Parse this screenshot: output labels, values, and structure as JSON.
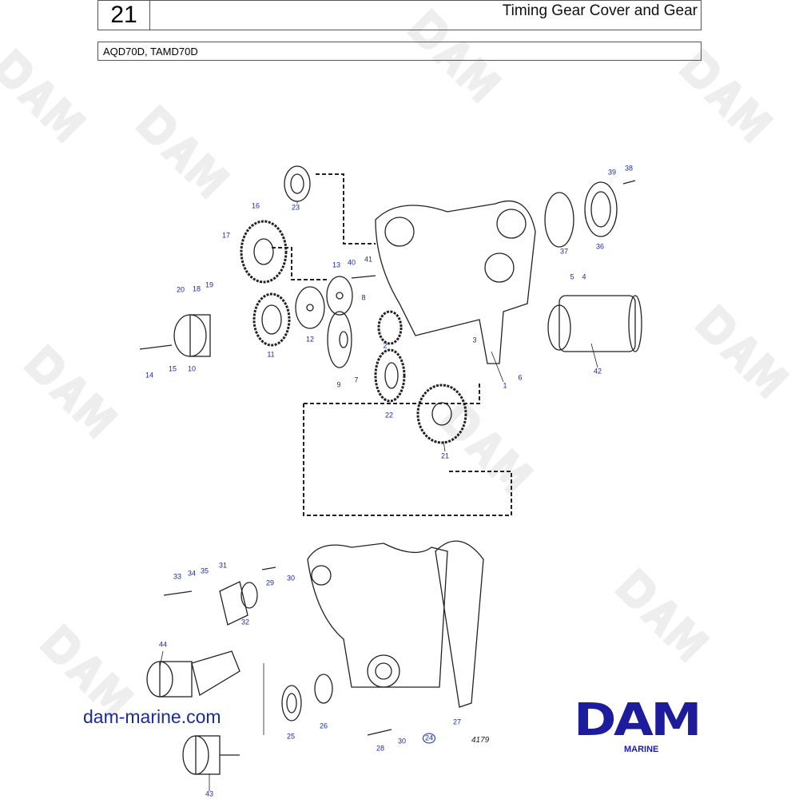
{
  "header": {
    "section_number": "21",
    "title": "Timing Gear Cover and Gear",
    "models": "AQD70D, TAMD70D"
  },
  "watermark": "DAM",
  "callouts": [
    "23",
    "16",
    "17",
    "20",
    "18",
    "19",
    "13",
    "40",
    "41",
    "8",
    "12",
    "11",
    "10",
    "15",
    "14",
    "9",
    "7",
    "2",
    "3",
    "22",
    "21",
    "1",
    "6",
    "42",
    "5",
    "4",
    "37",
    "36",
    "39",
    "38",
    "33",
    "34",
    "35",
    "31",
    "29",
    "30",
    "32",
    "44",
    "25",
    "26",
    "28",
    "30",
    "24",
    "27",
    "43"
  ],
  "drawing_note": "4179",
  "footer": {
    "website": "dam-marine.com",
    "logo": "DAM",
    "logo_sub": "MARINE"
  },
  "colors": {
    "callout": "#1a2aa0",
    "brand": "#1c1c9c"
  }
}
